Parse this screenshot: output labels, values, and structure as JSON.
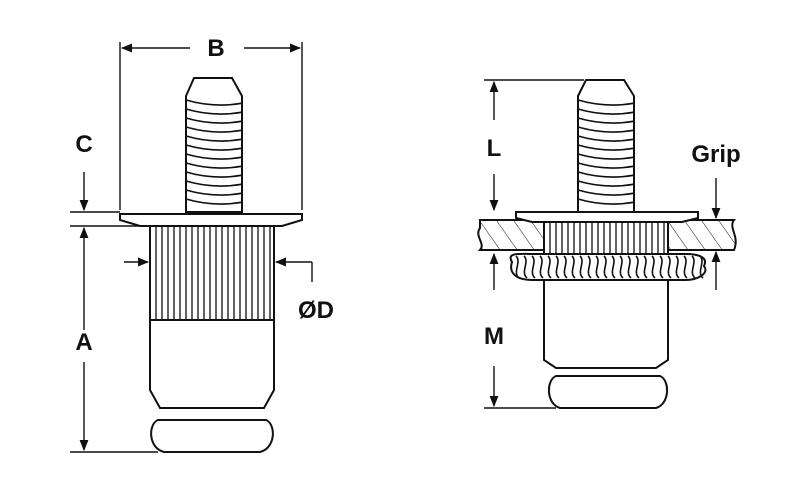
{
  "labels": {
    "B": "B",
    "C": "C",
    "A": "A",
    "D": "ØD",
    "L": "L",
    "M": "M",
    "Grip": "Grip"
  },
  "colors": {
    "ink": "#111111",
    "background": "#ffffff"
  }
}
